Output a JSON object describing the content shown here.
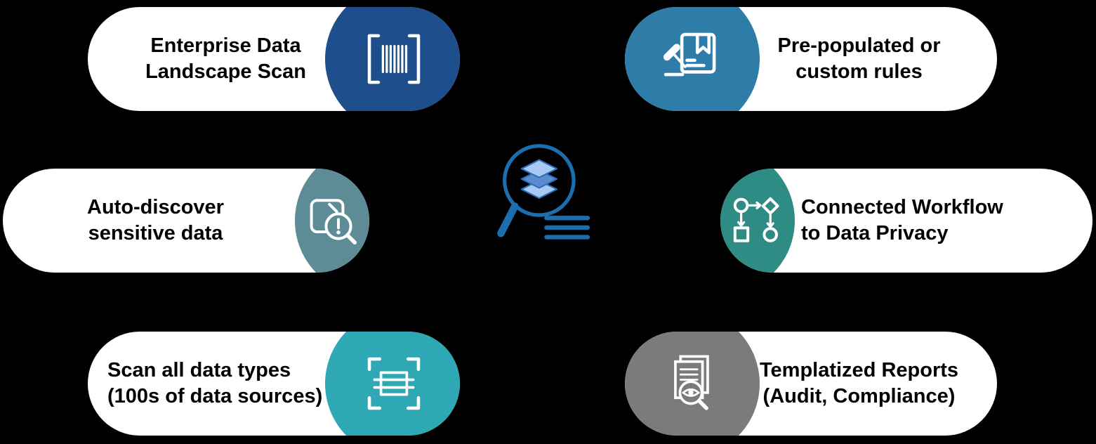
{
  "colors": {
    "bg": "#000000",
    "pill_bg": "#FFFFFF",
    "text": "#000000",
    "accent": "#1C6FAE",
    "layer_light": "#A9C9F4",
    "layer_mid": "#5B8BD0",
    "layer_stroke": "#2F6FBA"
  },
  "center_icon": {
    "name": "magnifier-over-data-layers"
  },
  "pills": [
    {
      "line1": "Enterprise Data",
      "line2": "Landscape Scan",
      "color": "#1F4E8C",
      "icon": "barcode"
    },
    {
      "line1": "Auto-discover",
      "line2": "sensitive data",
      "color": "#5E8C96",
      "icon": "discover-sensitive-data"
    },
    {
      "line1": "Scan all data types",
      "line2": "(100s of data sources)",
      "color": "#2FA8B5",
      "icon": "scan-frame"
    },
    {
      "line1": "Pre-populated or",
      "line2": "custom rules",
      "color": "#2E7CA8",
      "icon": "rules-book"
    },
    {
      "line1": "Connected Workflow",
      "line2": "to Data Privacy",
      "color": "#2F8C85",
      "icon": "connected-workflow"
    },
    {
      "line1": "Templatized Reports",
      "line2": "(Audit, Compliance)",
      "color": "#7B7B7B",
      "icon": "templatized-report"
    }
  ]
}
